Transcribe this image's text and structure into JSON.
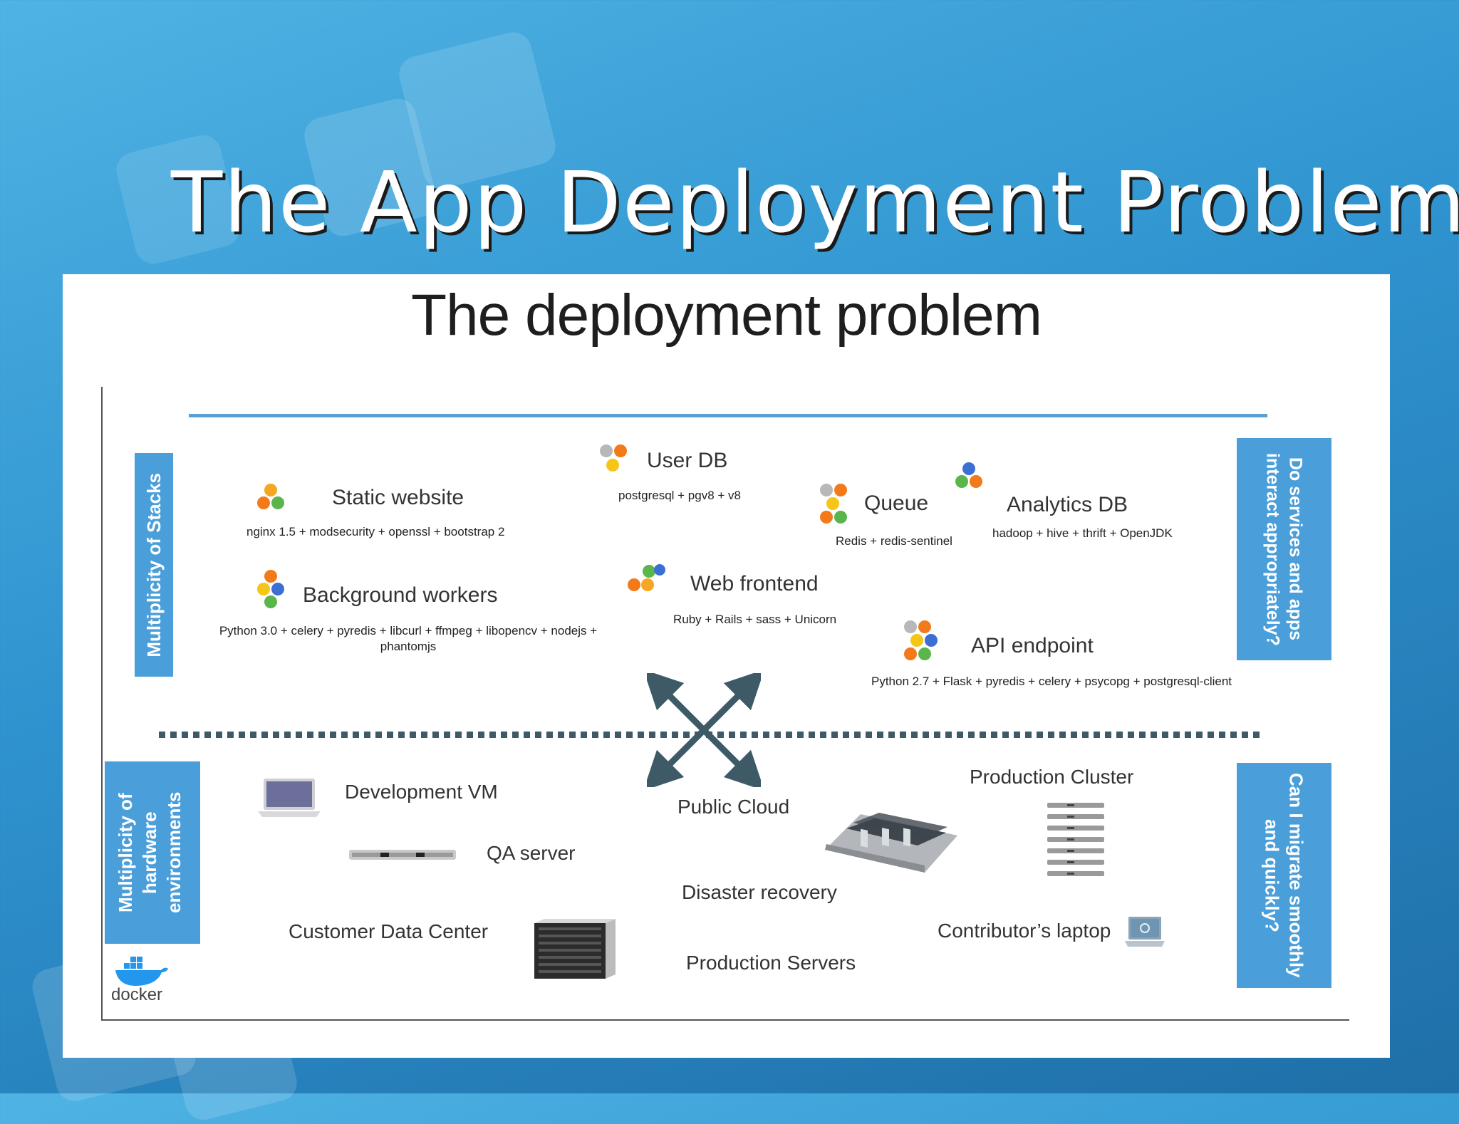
{
  "slide": {
    "title": "The App Deployment Problem"
  },
  "diagram": {
    "heading": "The deployment problem",
    "side_labels": {
      "stacks": "Multiplicity of Stacks",
      "hardware": "Multiplicity of hardware environments",
      "interact": "Do services and apps interact appropriately?",
      "migrate": "Can I migrate smoothly and quickly?"
    },
    "services": [
      {
        "name": "Static website",
        "stack": "nginx 1.5 + modsecurity + openssl + bootstrap 2"
      },
      {
        "name": "User DB",
        "stack": "postgresql + pgv8 + v8"
      },
      {
        "name": "Queue",
        "stack": "Redis + redis-sentinel"
      },
      {
        "name": "Analytics DB",
        "stack": "hadoop + hive + thrift + OpenJDK"
      },
      {
        "name": "Background workers",
        "stack": "Python 3.0 + celery + pyredis + libcurl + ffmpeg + libopencv + nodejs + phantomjs"
      },
      {
        "name": "Web frontend",
        "stack": "Ruby + Rails + sass + Unicorn"
      },
      {
        "name": "API endpoint",
        "stack": "Python 2.7 + Flask + pyredis + celery + psycopg + postgresql-client"
      }
    ],
    "environments": [
      {
        "name": "Development VM"
      },
      {
        "name": "QA server"
      },
      {
        "name": "Customer Data Center"
      },
      {
        "name": "Public Cloud"
      },
      {
        "name": "Disaster recovery"
      },
      {
        "name": "Production Servers"
      },
      {
        "name": "Production Cluster"
      },
      {
        "name": "Contributor’s laptop"
      }
    ],
    "logo_text": "docker"
  }
}
